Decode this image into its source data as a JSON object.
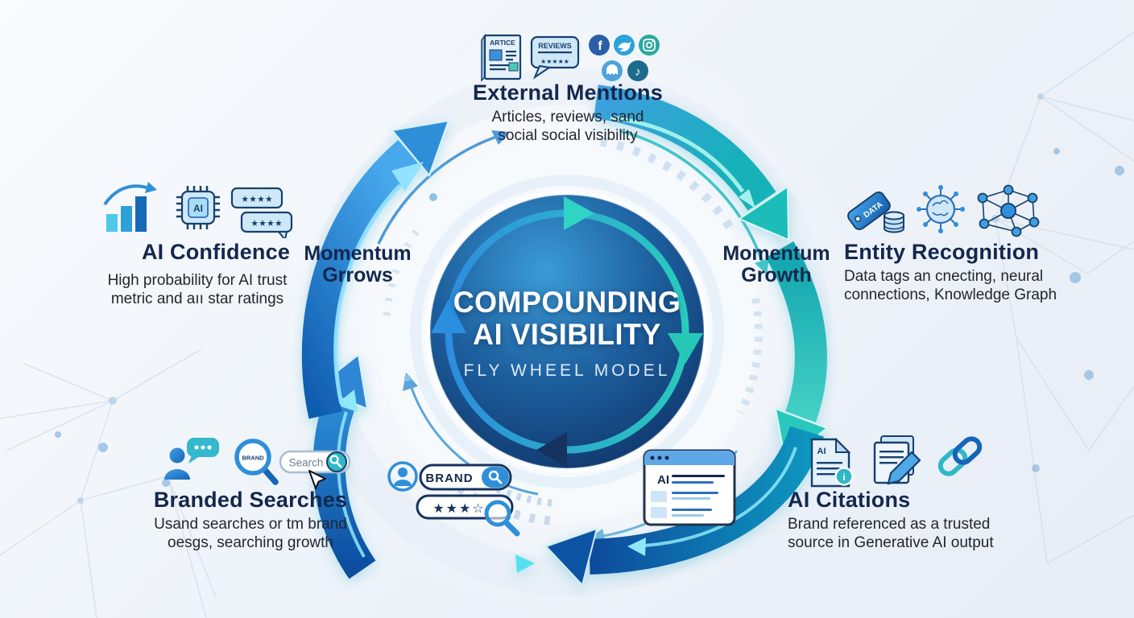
{
  "center": {
    "title1": "COMPOUNDING",
    "title2": "AI VISIBILITY",
    "subtitle": "FLY WHEEL MODEL"
  },
  "momentum": {
    "left1": "Momentum",
    "left2": "Grrows",
    "right1": "Momentum",
    "right2": "Growth"
  },
  "nodes": {
    "external_mentions": {
      "title": "External Mentions",
      "desc1": "Articles, reviews, sand",
      "desc2": "social social visibility",
      "article_label": "ARTICE",
      "reviews_label": "REVIEWS",
      "reviews_stars": "★★★★★",
      "facebook_glyph": "f",
      "tiktok_glyph": "♪"
    },
    "ai_confidence": {
      "title": "AI Confidence",
      "desc1": "High probability for AI trust",
      "desc2": "metric and aıı star ratings",
      "chip_label": "AI",
      "stars_a": "★★★★",
      "stars_b": "★★★★"
    },
    "entity_recognition": {
      "title": "Entity Recognition",
      "desc1": "Data tags an cnecting, neural",
      "desc2": "connections, Knowledge Graph",
      "tag_label": "DATA"
    },
    "branded_searches": {
      "title": "Branded Searches",
      "desc1": "Usand searches or tm brand",
      "desc2": "oesgs, searching growth",
      "lens_label": "BRAND",
      "search_placeholder": "Search"
    },
    "ai_citations": {
      "title": "AI Citations",
      "desc1": "Brand referenced as a trusted",
      "desc2": "source in Generative AI output",
      "doc_label": "AI",
      "info_glyph": "i"
    }
  },
  "widgets": {
    "brand_search": {
      "value": "BRAND",
      "rating": "★★★☆"
    },
    "ai_window": {
      "label": "AI"
    }
  },
  "colors": {
    "blue": "#1565b8",
    "teal": "#2fb8c8",
    "navy": "#16294e",
    "disc_top": "#3b9bd6",
    "disc_bottom": "#0d2a56",
    "background": "#f0f5fa"
  }
}
